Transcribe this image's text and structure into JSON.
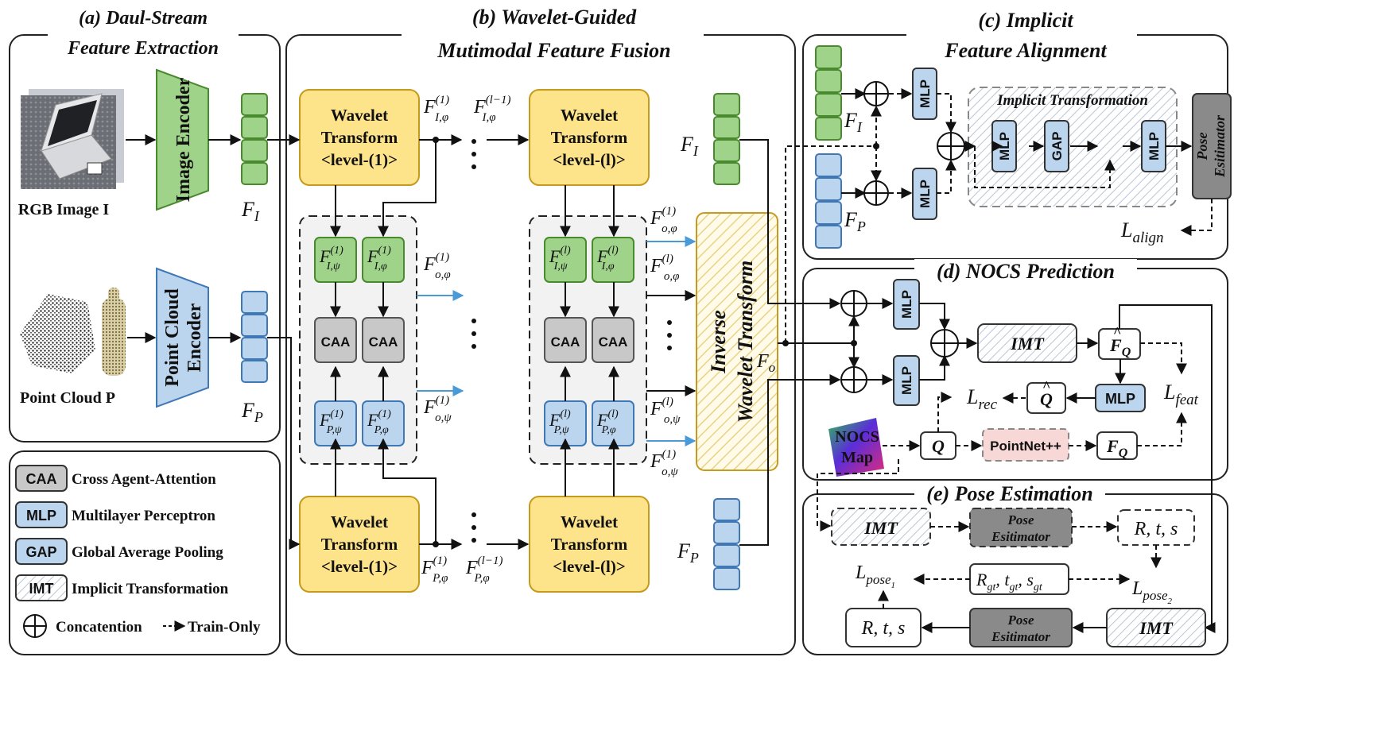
{
  "panels": {
    "a": {
      "title_line1": "(a) Daul-Stream",
      "title_line2": "Feature Extraction"
    },
    "b": {
      "title_line1": "(b) Wavelet-Guided",
      "title_line2": "Mutimodal Feature Fusion"
    },
    "c": {
      "title_line1": "(c) Implicit",
      "title_line2": "Feature Alignment"
    },
    "d": {
      "title": "(d) NOCS Prediction"
    },
    "e": {
      "title": "(e) Pose Estimation"
    }
  },
  "extraction": {
    "rgb_label": "RGB Image I",
    "pc_label": "Point Cloud P",
    "image_encoder": "Image Encoder",
    "point_encoder_line1": "Point Cloud",
    "point_encoder_line2": "Encoder",
    "f_i": "F",
    "f_i_sub": "I",
    "f_p": "F",
    "f_p_sub": "P"
  },
  "fusion": {
    "wt_line1": "Wavelet",
    "wt_line2": "Transform",
    "wt_level1": "<level-(1)>",
    "wt_levell": "<level-(l)>",
    "caa": "CAA",
    "iwt_line1": "Inverse",
    "iwt_line2": "Wavelet Transform",
    "f_o": "F",
    "f_o_sub": "o",
    "dots": "⋮"
  },
  "alignment": {
    "mlp": "MLP",
    "gap": "GAP",
    "implicit_transformation": "Implicit Transformation",
    "pose_estimator_line1": "Pose",
    "pose_estimator_line2": "Esitimator",
    "l_align": "L",
    "l_align_sub": "align"
  },
  "nocs": {
    "imt": "IMT",
    "mlp": "MLP",
    "pointnet": "PointNet++",
    "nocs_map_line1": "NOCS",
    "nocs_map_line2": "Map",
    "q": "Q",
    "l_rec": "L",
    "l_rec_sub": "rec",
    "l_feat": "L",
    "l_feat_sub": "feat"
  },
  "pose": {
    "imt": "IMT",
    "estimator_line1": "Pose",
    "estimator_line2": "Esitimator",
    "rts": "R, t, s",
    "l_pose": "L",
    "l_pose_sub": "pose",
    "gt": "R",
    "gt_sub": "gt"
  },
  "legend": [
    {
      "abbr": "CAA",
      "desc": "Cross Agent-Attention",
      "color": "#c8c8c8",
      "hatched": false
    },
    {
      "abbr": "MLP",
      "desc": "Multilayer Perceptron",
      "color": "#bcd5ee",
      "hatched": false
    },
    {
      "abbr": "GAP",
      "desc": "Global Average Pooling",
      "color": "#bcd5ee",
      "hatched": false
    },
    {
      "abbr": "IMT",
      "desc": "Implicit Transformation",
      "color": "#ffffff",
      "hatched": true
    }
  ],
  "legend_concat": "Concatention",
  "legend_train": "Train-Only",
  "colors": {
    "green": "#9fd38a",
    "green_stroke": "#4a8a2e",
    "blue": "#bcd5ee",
    "blue_stroke": "#3f78b5",
    "yellow": "#fde38a",
    "yellow_stroke": "#c69a1c",
    "gray": "#c8c8c8",
    "dark": "#8a8a8a",
    "pink": "#f8d7d7",
    "arrow_blue": "#4a9ad8"
  }
}
